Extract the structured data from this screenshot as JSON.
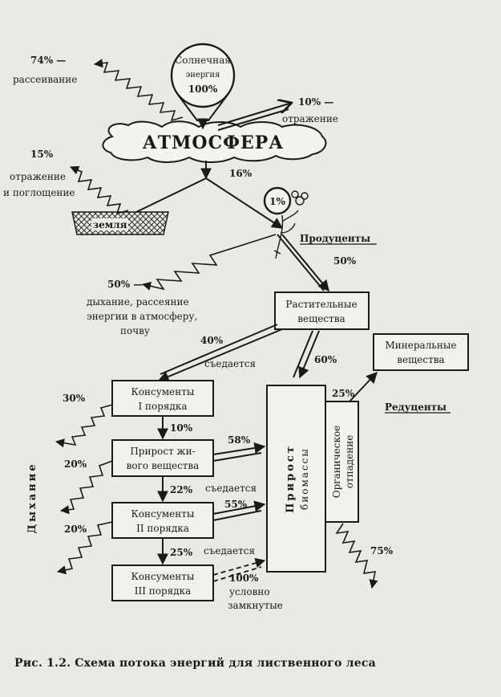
{
  "sun": {
    "line1": "Солнечная",
    "line2": "энергия",
    "line3": "100%"
  },
  "atmosphere": "АТМОСФЕРА",
  "scatter74": {
    "pct": "74% —",
    "text": "рассеивание"
  },
  "reflect10": {
    "pct": "10% —",
    "text": "отражение"
  },
  "reflect15": {
    "pct": "15%",
    "line1": "отражение",
    "line2": "и поглощение"
  },
  "earth": "земля",
  "pct16": "16%",
  "pct1": "1%",
  "producers": "Продуценты",
  "pct50a": "50%",
  "resp50": {
    "pct": "50% —",
    "line1": "дыхание, рассеяние",
    "line2": "энергии в атмосферу,",
    "line3": "почву"
  },
  "plant": {
    "line1": "Растительные",
    "line2": "вещества"
  },
  "pct40": "40%",
  "eaten": "съедается",
  "pct60": "60%",
  "minerals": {
    "line1": "Минеральные",
    "line2": "вещества"
  },
  "pct25a": "25%",
  "reducers": "Редуценты",
  "cons1": {
    "line1": "Консументы",
    "line2": "I порядка"
  },
  "pct30": "30%",
  "pct10": "10%",
  "growth": {
    "line1": "Прирост жи-",
    "line2": "вого вещества"
  },
  "pct58": "58%",
  "pct20a": "20%",
  "breathing": "Дыхание",
  "pct22": "22%",
  "eaten2": "съедается",
  "pct55": "55%",
  "cons2": {
    "line1": "Консументы",
    "line2": "II порядка"
  },
  "pct20b": "20%",
  "pct25b": "25%",
  "eaten3": "съедается",
  "cons3": {
    "line1": "Консументы",
    "line2": "III порядка"
  },
  "closed": {
    "pct": "100%",
    "line1": "условно",
    "line2": "замкнутые"
  },
  "biomass": {
    "line1": "Прирост",
    "line2": "биомассы"
  },
  "organic": {
    "line1": "Органическое",
    "line2": "отпадение"
  },
  "pct75": "75%",
  "caption": "Рис. 1.2. Схема потока энергий для лиственного леса"
}
